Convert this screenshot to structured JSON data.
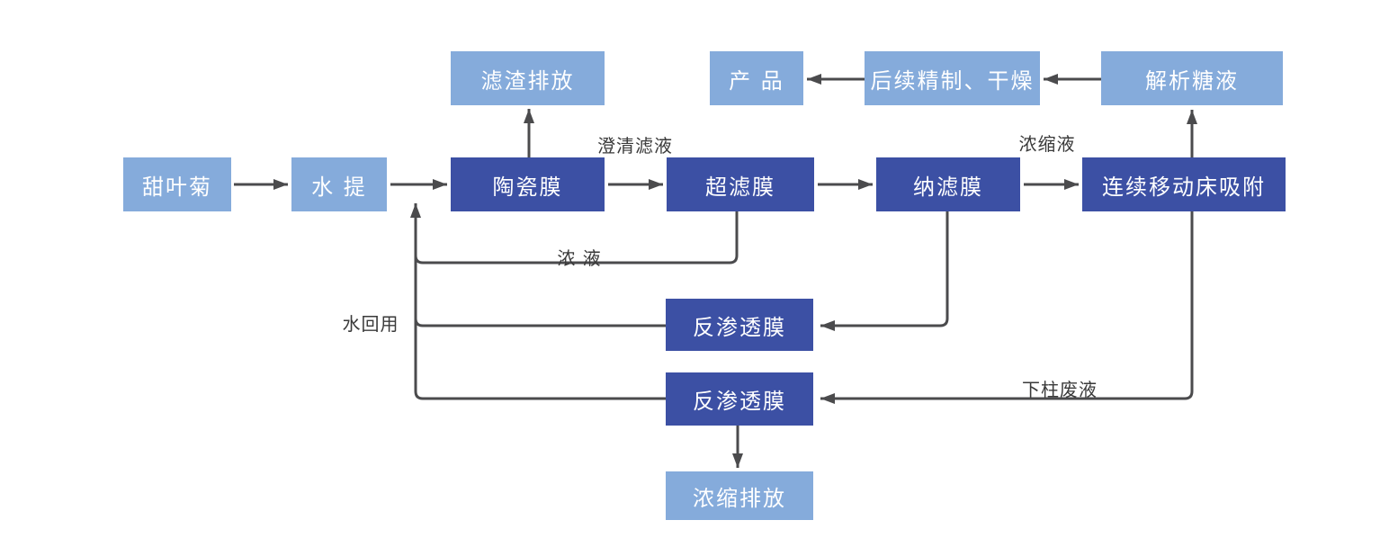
{
  "diagram": {
    "type": "process-flowchart"
  },
  "colors": {
    "background": "#FFFFFF",
    "light_node": "#85ABDB",
    "dark_node": "#3C50A4",
    "connector": "#4B4B4D",
    "node_text": "#FFFFFF",
    "label_text": "#3A3A3A"
  },
  "nodes": {
    "stevia": {
      "label": "甜叶菊",
      "style": "light"
    },
    "water_extraction": {
      "label": "水 提",
      "style": "light"
    },
    "residue_discharge": {
      "label": "滤渣排放",
      "style": "light"
    },
    "ceramic_membrane": {
      "label": "陶瓷膜",
      "style": "dark"
    },
    "ultrafiltration_membrane": {
      "label": "超滤膜",
      "style": "dark"
    },
    "nanofiltration_membrane": {
      "label": "纳滤膜",
      "style": "dark"
    },
    "moving_bed_adsorption": {
      "label": "连续移动床吸附",
      "style": "dark"
    },
    "product": {
      "label": "产 品",
      "style": "light"
    },
    "refining_drying": {
      "label": "后续精制、干燥",
      "style": "light"
    },
    "desorbed_sugar_solution": {
      "label": "解析糖液",
      "style": "light"
    },
    "reverse_osmosis_1": {
      "label": "反渗透膜",
      "style": "dark"
    },
    "reverse_osmosis_2": {
      "label": "反渗透膜",
      "style": "dark"
    },
    "concentrate_discharge": {
      "label": "浓缩排放",
      "style": "light"
    }
  },
  "edge_labels": {
    "clarified_filtrate": "澄清滤液",
    "concentrated_liquid": "浓缩液",
    "concentrate": "浓 液",
    "water_reuse": "水回用",
    "column_waste": "下柱废液"
  },
  "edges": [
    {
      "from": "甜叶菊",
      "to": "水 提"
    },
    {
      "from": "水 提",
      "to": "陶瓷膜"
    },
    {
      "from": "陶瓷膜",
      "to": "滤渣排放"
    },
    {
      "from": "陶瓷膜",
      "to": "超滤膜",
      "label": "澄清滤液"
    },
    {
      "from": "超滤膜",
      "to": "纳滤膜"
    },
    {
      "from": "超滤膜",
      "to": "陶瓷膜",
      "label": "浓 液"
    },
    {
      "from": "纳滤膜",
      "to": "连续移动床吸附",
      "label": "浓缩液"
    },
    {
      "from": "连续移动床吸附",
      "to": "解析糖液"
    },
    {
      "from": "解析糖液",
      "to": "后续精制、干燥"
    },
    {
      "from": "后续精制、干燥",
      "to": "产 品"
    },
    {
      "from": "纳滤膜",
      "to": "反渗透膜"
    },
    {
      "from": "连续移动床吸附",
      "to": "反渗透膜",
      "label": "下柱废液"
    },
    {
      "from": "反渗透膜",
      "to": "水 提",
      "label": "水回用"
    },
    {
      "from": "反渗透膜",
      "to": "浓缩排放"
    }
  ]
}
